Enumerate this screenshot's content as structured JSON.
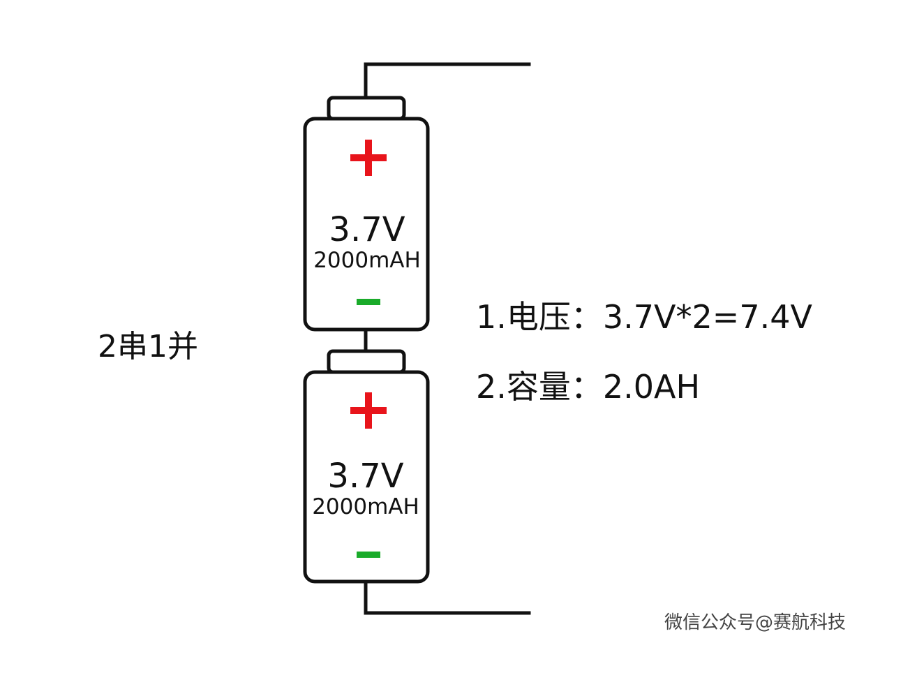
{
  "configuration_label": "2串1并",
  "specs": {
    "voltage": "1.电压：3.7V*2=7.4V",
    "capacity": "2.容量：2.0AH"
  },
  "cells": [
    {
      "voltage": "3.7V",
      "capacity": "2000mAH",
      "positive_symbol": "+",
      "negative_symbol": "−"
    },
    {
      "voltage": "3.7V",
      "capacity": "2000mAH",
      "positive_symbol": "+",
      "negative_symbol": "−"
    }
  ],
  "colors": {
    "positive": "#e8141b",
    "negative": "#1aab2a",
    "line": "#111111"
  },
  "watermark": "微信公众号@赛航科技"
}
